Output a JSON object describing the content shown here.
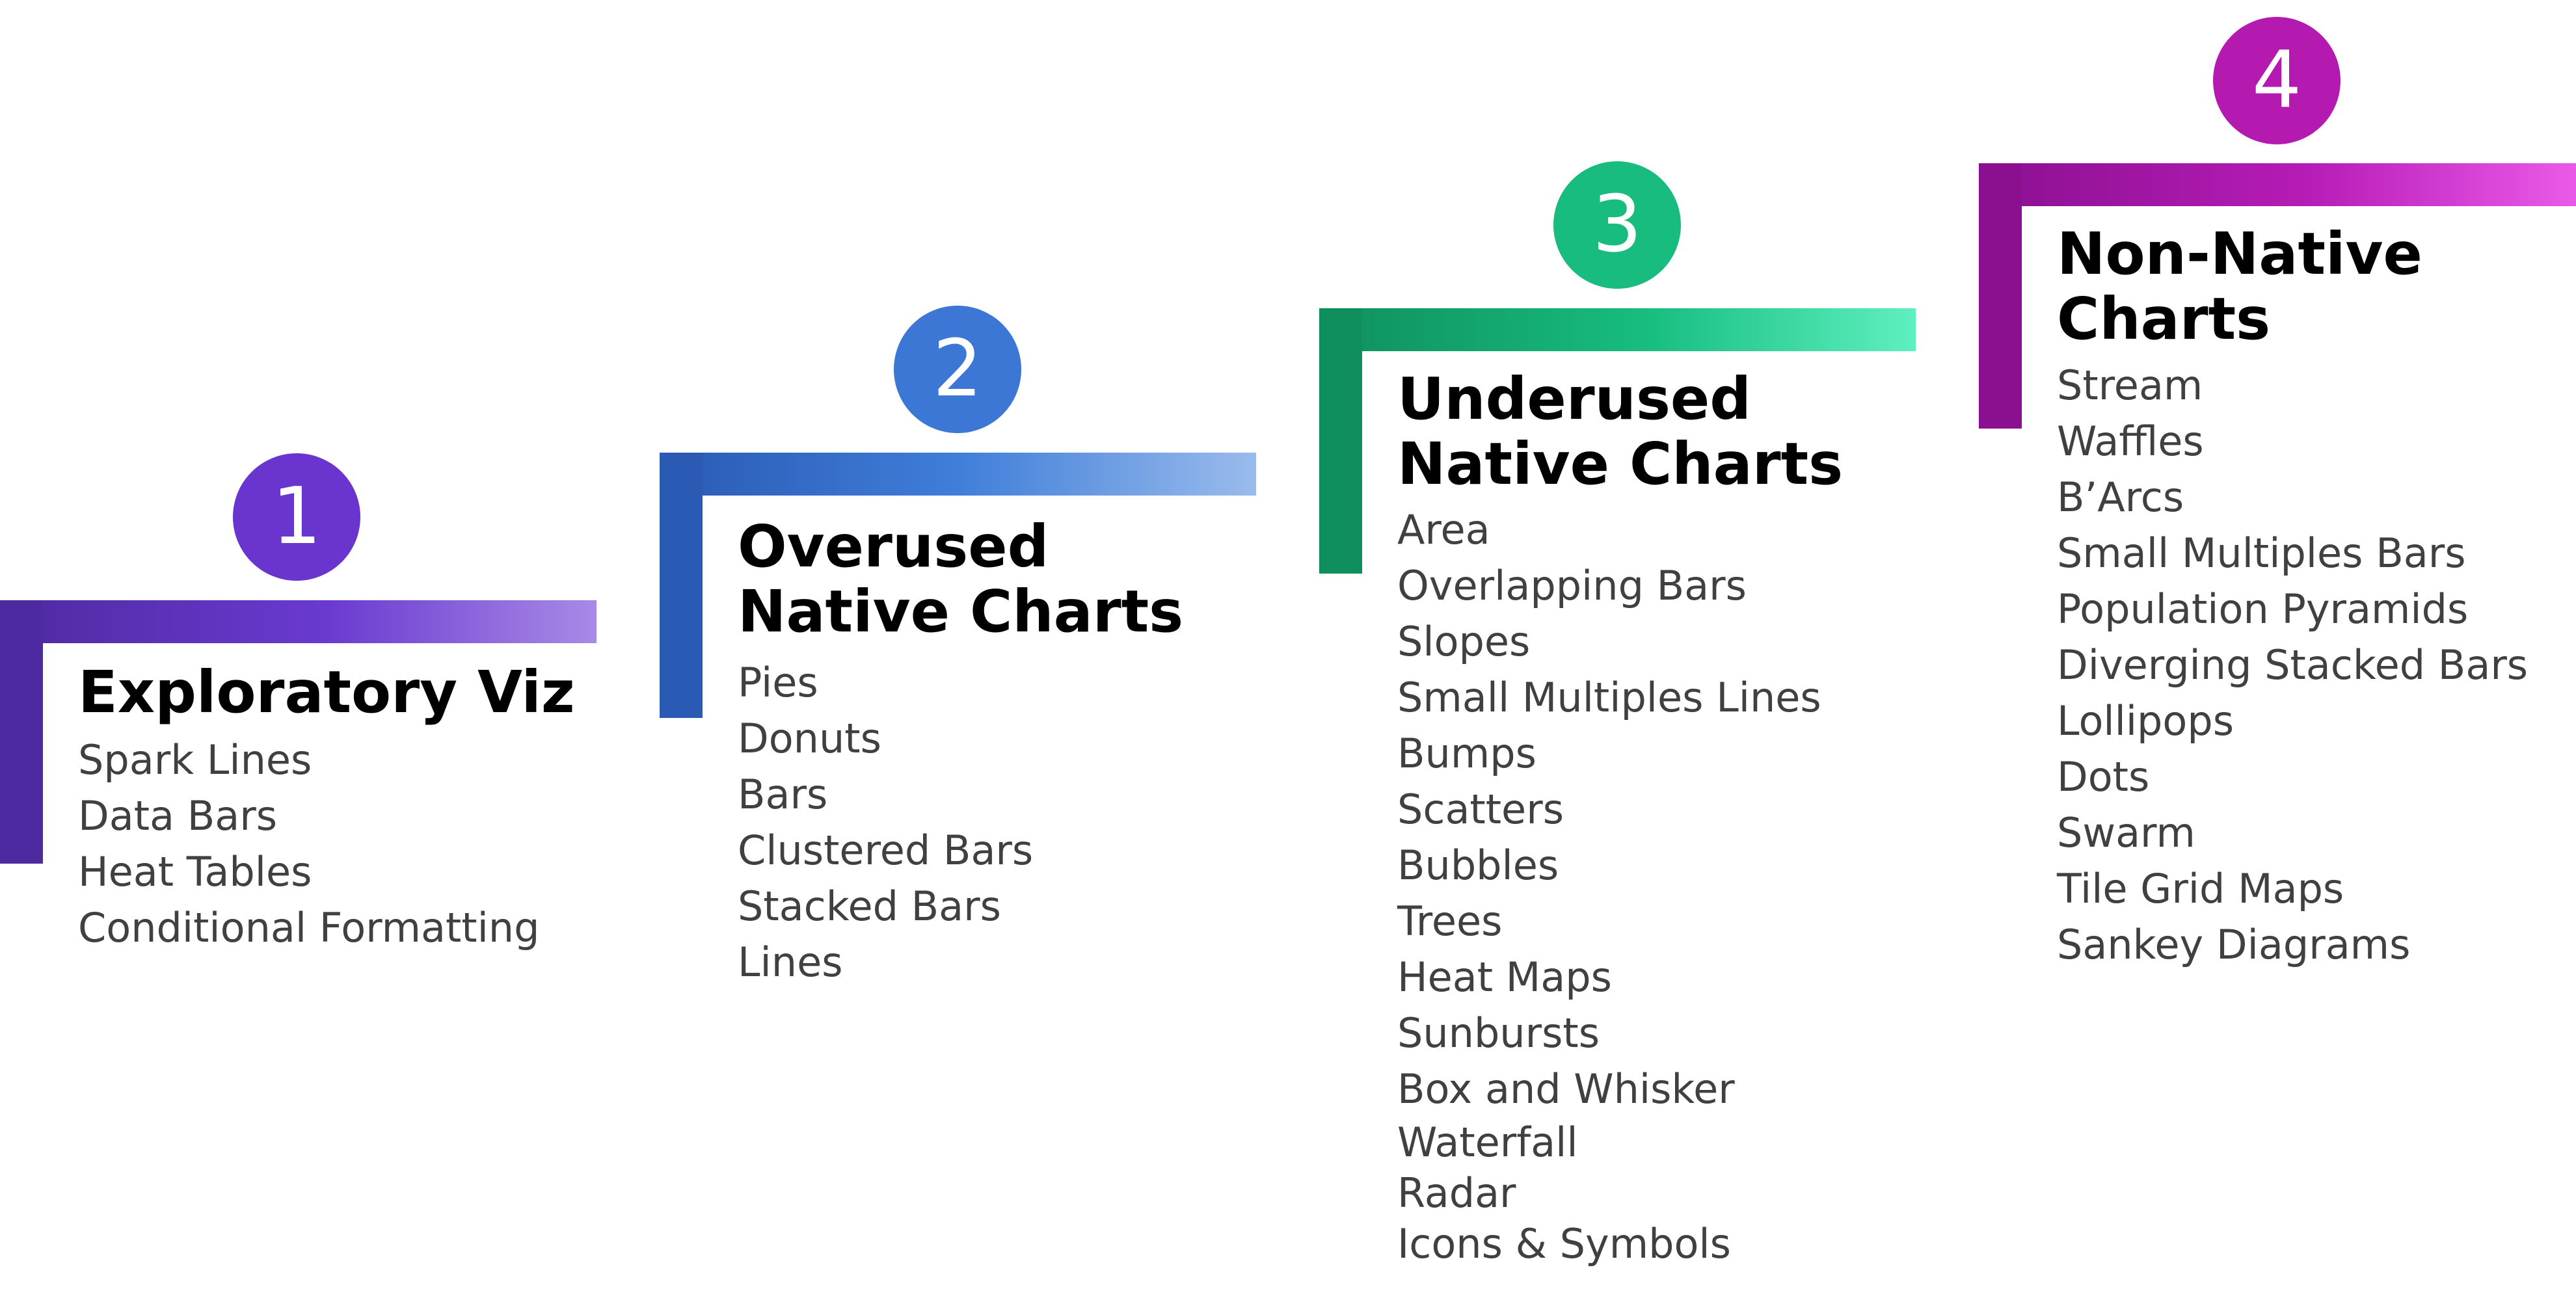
{
  "steps": [
    {
      "number": "1",
      "title_line1": "Exploratory Viz",
      "title_line2": "",
      "items": [
        "Spark Lines",
        "Data Bars",
        "Heat Tables",
        "Conditional Formatting"
      ]
    },
    {
      "number": "2",
      "title_line1": "Overused",
      "title_line2": "Native Charts",
      "items": [
        "Pies",
        "Donuts",
        "Bars",
        "Clustered Bars",
        "Stacked Bars",
        "Lines"
      ]
    },
    {
      "number": "3",
      "title_line1": "Underused",
      "title_line2": "Native Charts",
      "items": [
        "Area",
        "Overlapping Bars",
        "Slopes",
        "Small Multiples Lines",
        "Bumps",
        "Scatters",
        "Bubbles",
        "Trees",
        "Heat Maps",
        "Sunbursts",
        "Box and Whisker",
        "Waterfall",
        "Radar",
        "Icons & Symbols"
      ]
    },
    {
      "number": "4",
      "title_line1": "Non-Native",
      "title_line2": "Charts",
      "items": [
        "Stream",
        "Waffles",
        "B’Arcs",
        "Small Multiples Bars",
        "Population Pyramids",
        "Diverging Stacked Bars",
        "Lollipops",
        "Dots",
        "Swarm",
        "Tile Grid Maps",
        "Sankey Diagrams"
      ]
    }
  ],
  "colors": {
    "step1": "#6a34cf",
    "step2": "#3c77d6",
    "step3": "#17bc7e",
    "step4": "#b51ab0"
  }
}
